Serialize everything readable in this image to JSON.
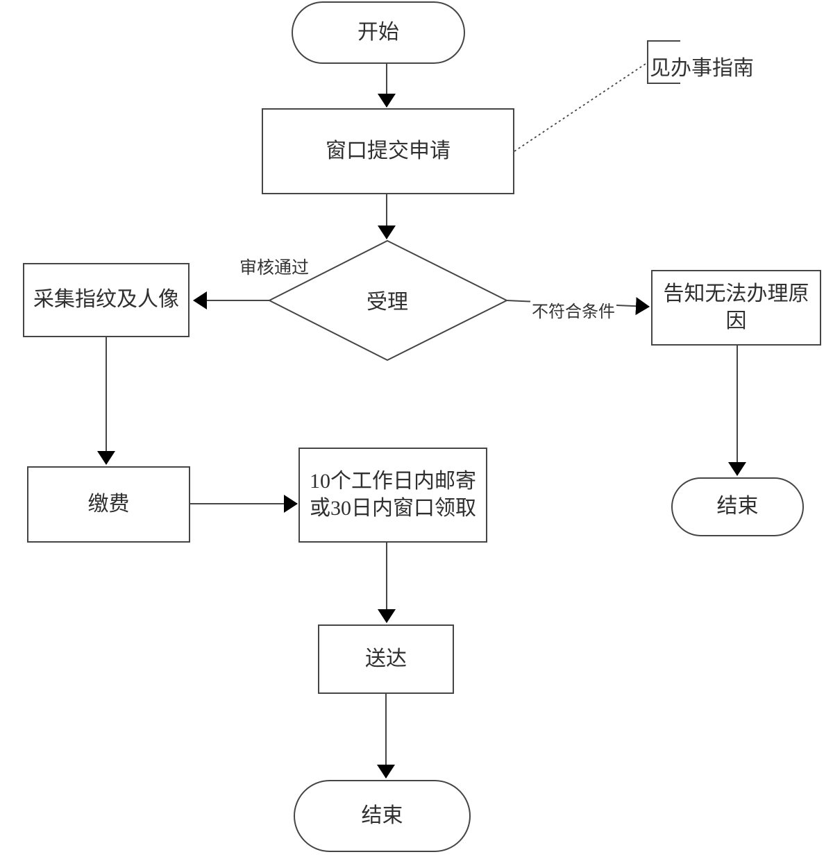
{
  "diagram": {
    "background": "#ffffff",
    "line_color": "#454545",
    "arrow_color": "#000000",
    "text_color": "#2f2f2f",
    "nodes": {
      "start": {
        "shape": "terminator",
        "label": "开始"
      },
      "submit": {
        "shape": "process",
        "label": "窗口提交申请"
      },
      "accept": {
        "shape": "decision",
        "label": "受理"
      },
      "collect": {
        "shape": "process",
        "label": "采集指纹及人像"
      },
      "inform": {
        "shape": "process",
        "label": "告知无法办理原因",
        "lines": [
          "告知无法办理原",
          "因"
        ]
      },
      "pay": {
        "shape": "process",
        "label": "缴费"
      },
      "mail": {
        "shape": "process",
        "label": "10个工作日内邮寄或30日内窗口领取",
        "lines": [
          "10个工作日内邮寄",
          "或30日内窗口领取"
        ]
      },
      "deliver": {
        "shape": "process",
        "label": "送达"
      },
      "end_right": {
        "shape": "terminator",
        "label": "结束"
      },
      "end_bottom": {
        "shape": "terminator",
        "label": "结束"
      }
    },
    "edge_labels": {
      "approved": "审核通过",
      "rejected": "不符合条件"
    },
    "annotation": {
      "label": "见办事指南"
    }
  }
}
